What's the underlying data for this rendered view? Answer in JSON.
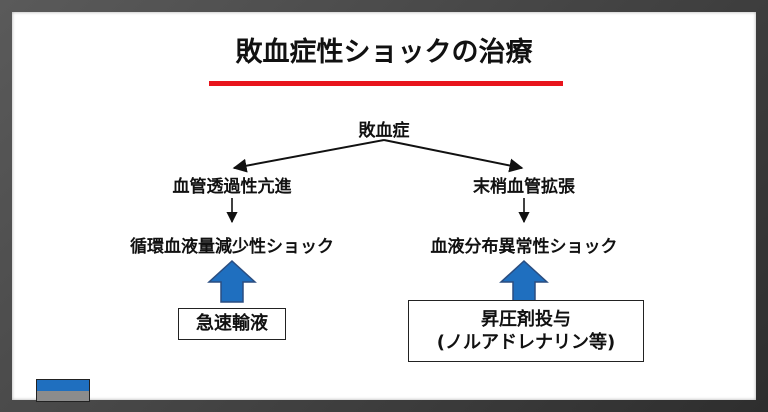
{
  "title": "敗血症性ショックの治療",
  "root": "敗血症",
  "left": {
    "cause": "血管透過性亢進",
    "result": "循環血液量減少性ショック",
    "treatment": "急速輸液"
  },
  "right": {
    "cause": "末梢血管拡張",
    "result": "血液分布異常性ショック",
    "treatment_line1": "昇圧剤投与",
    "treatment_line2": "(ノルアドレナリン等)"
  },
  "colors": {
    "accent_underline": "#e8141c",
    "arrow_fill": "#1f6fbf",
    "arrow_stroke": "#2a4d80"
  }
}
